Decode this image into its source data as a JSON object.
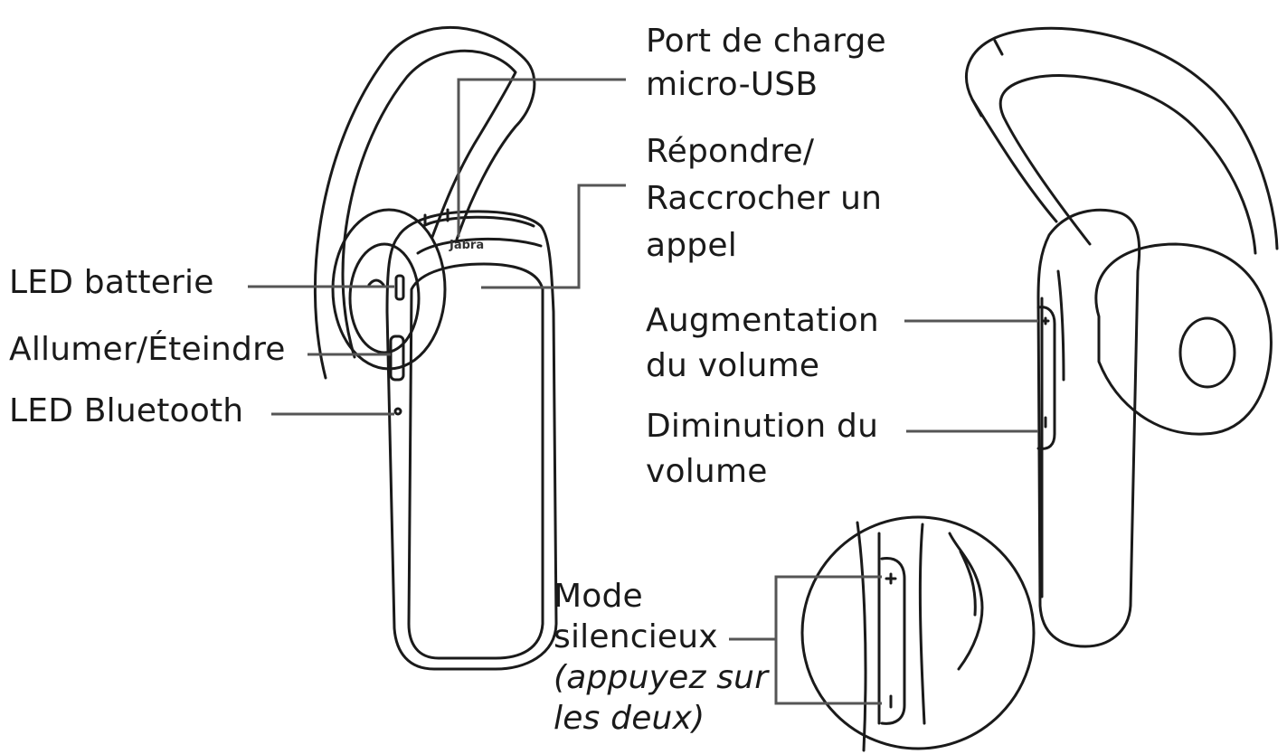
{
  "labels": {
    "port": [
      "Port de charge",
      "micro-USB"
    ],
    "answer": [
      "Répondre/",
      "Raccrocher un",
      "appel"
    ],
    "led_battery": "LED batterie",
    "power": "Allumer/Éteindre",
    "led_bluetooth": "LED Bluetooth",
    "volume_up": [
      "Augmentation",
      "du volume"
    ],
    "volume_down": [
      "Diminution du",
      "volume"
    ],
    "mute": {
      "title": [
        "Mode",
        "silencieux"
      ],
      "note": [
        "(appuyez sur",
        "les deux)"
      ]
    }
  },
  "brand": "Jabra",
  "colors": {
    "line": "#1a1a1a",
    "leader": "#555555",
    "text": "#1a1a1a"
  }
}
